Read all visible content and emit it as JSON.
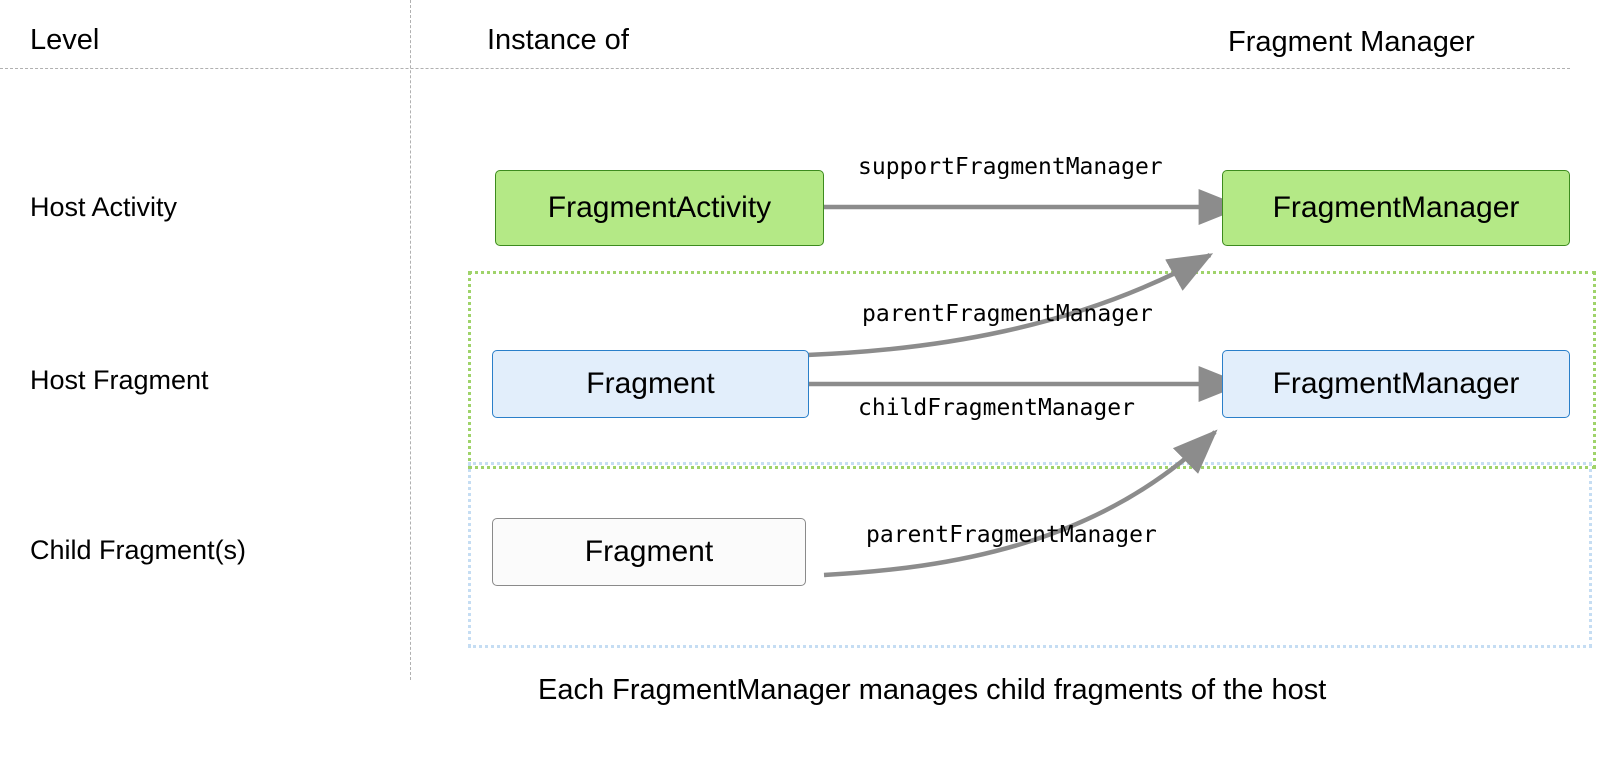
{
  "diagram": {
    "columns": [
      {
        "id": "level",
        "label": "Level"
      },
      {
        "id": "instance_of",
        "label": "Instance of"
      },
      {
        "id": "fragment_manager",
        "label": "Fragment Manager"
      }
    ],
    "rows": [
      {
        "id": "host_activity",
        "label": "Host Activity"
      },
      {
        "id": "host_fragment",
        "label": "Host Fragment"
      },
      {
        "id": "child_fragment",
        "label": "Child Fragment(s)"
      }
    ],
    "nodes": [
      {
        "id": "fragment_activity",
        "label": "FragmentActivity",
        "style": "green"
      },
      {
        "id": "fm_activity",
        "label": "FragmentManager",
        "style": "green"
      },
      {
        "id": "host_fragment_node",
        "label": "Fragment",
        "style": "blue"
      },
      {
        "id": "fm_fragment",
        "label": "FragmentManager",
        "style": "blue"
      },
      {
        "id": "child_fragment_node",
        "label": "Fragment",
        "style": "plain"
      }
    ],
    "edges": [
      {
        "id": "e1",
        "label": "supportFragmentManager",
        "from": "fragment_activity",
        "to": "fm_activity"
      },
      {
        "id": "e2",
        "label": "parentFragmentManager",
        "from": "host_fragment_node",
        "to": "fm_activity"
      },
      {
        "id": "e3",
        "label": "childFragmentManager",
        "from": "host_fragment_node",
        "to": "fm_fragment"
      },
      {
        "id": "e4",
        "label": "parentFragmentManager",
        "from": "child_fragment_node",
        "to": "fm_fragment"
      }
    ],
    "groups": [
      {
        "id": "host_fragment_group",
        "style": "green"
      },
      {
        "id": "child_fragment_group",
        "style": "blue"
      }
    ],
    "caption": "Each FragmentManager manages child fragments of the host",
    "colors": {
      "green_fill": "#b4e986",
      "green_stroke": "#3d8b1e",
      "blue_fill": "#e2eefb",
      "blue_stroke": "#2a7fc9",
      "plain_fill": "#fbfbfb",
      "plain_stroke": "#8a8a8a",
      "group_green": "#9fd36a",
      "group_blue": "#c5ddf3",
      "arrow": "#8c8c8c",
      "divider": "#b0b0b0"
    }
  }
}
